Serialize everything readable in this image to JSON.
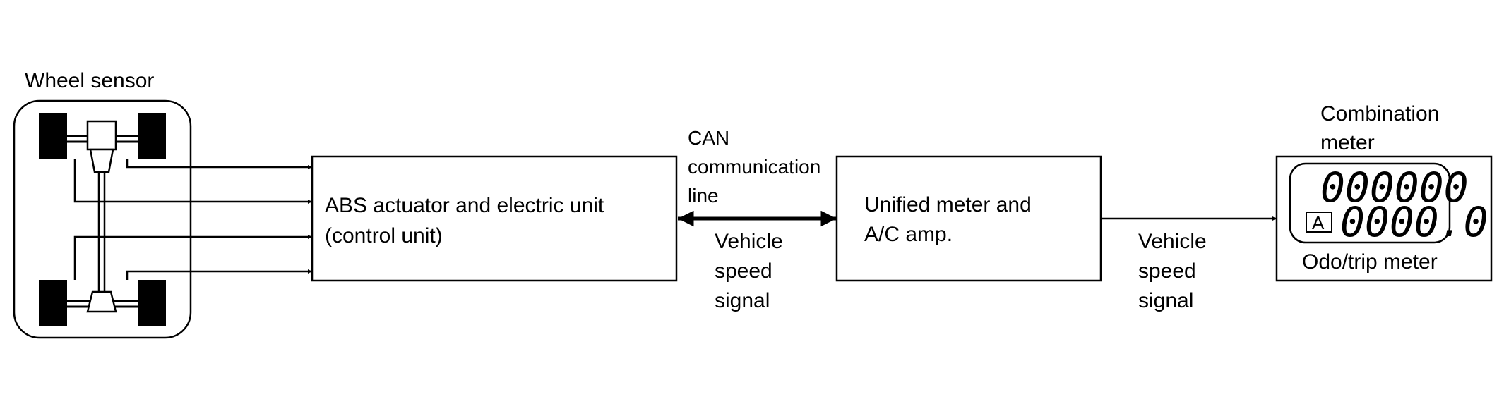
{
  "wheel_sensor": {
    "label": "Wheel sensor"
  },
  "abs_unit": {
    "line1": "ABS actuator and electric unit",
    "line2": "(control unit)"
  },
  "can_line": {
    "line1": "CAN",
    "line2": "communication",
    "line3": "line"
  },
  "signal_1": {
    "line1": "Vehicle",
    "line2": "speed",
    "line3": "signal"
  },
  "meter_amp": {
    "line1": "Unified meter and",
    "line2": "A/C amp."
  },
  "signal_2": {
    "line1": "Vehicle",
    "line2": "speed",
    "line3": "signal"
  },
  "combination_meter": {
    "title_line1": "Combination",
    "title_line2": "meter",
    "odo_display": "000000",
    "trip_display": "0000.0",
    "trip_indicator": "A",
    "caption": "Odo/trip meter"
  }
}
